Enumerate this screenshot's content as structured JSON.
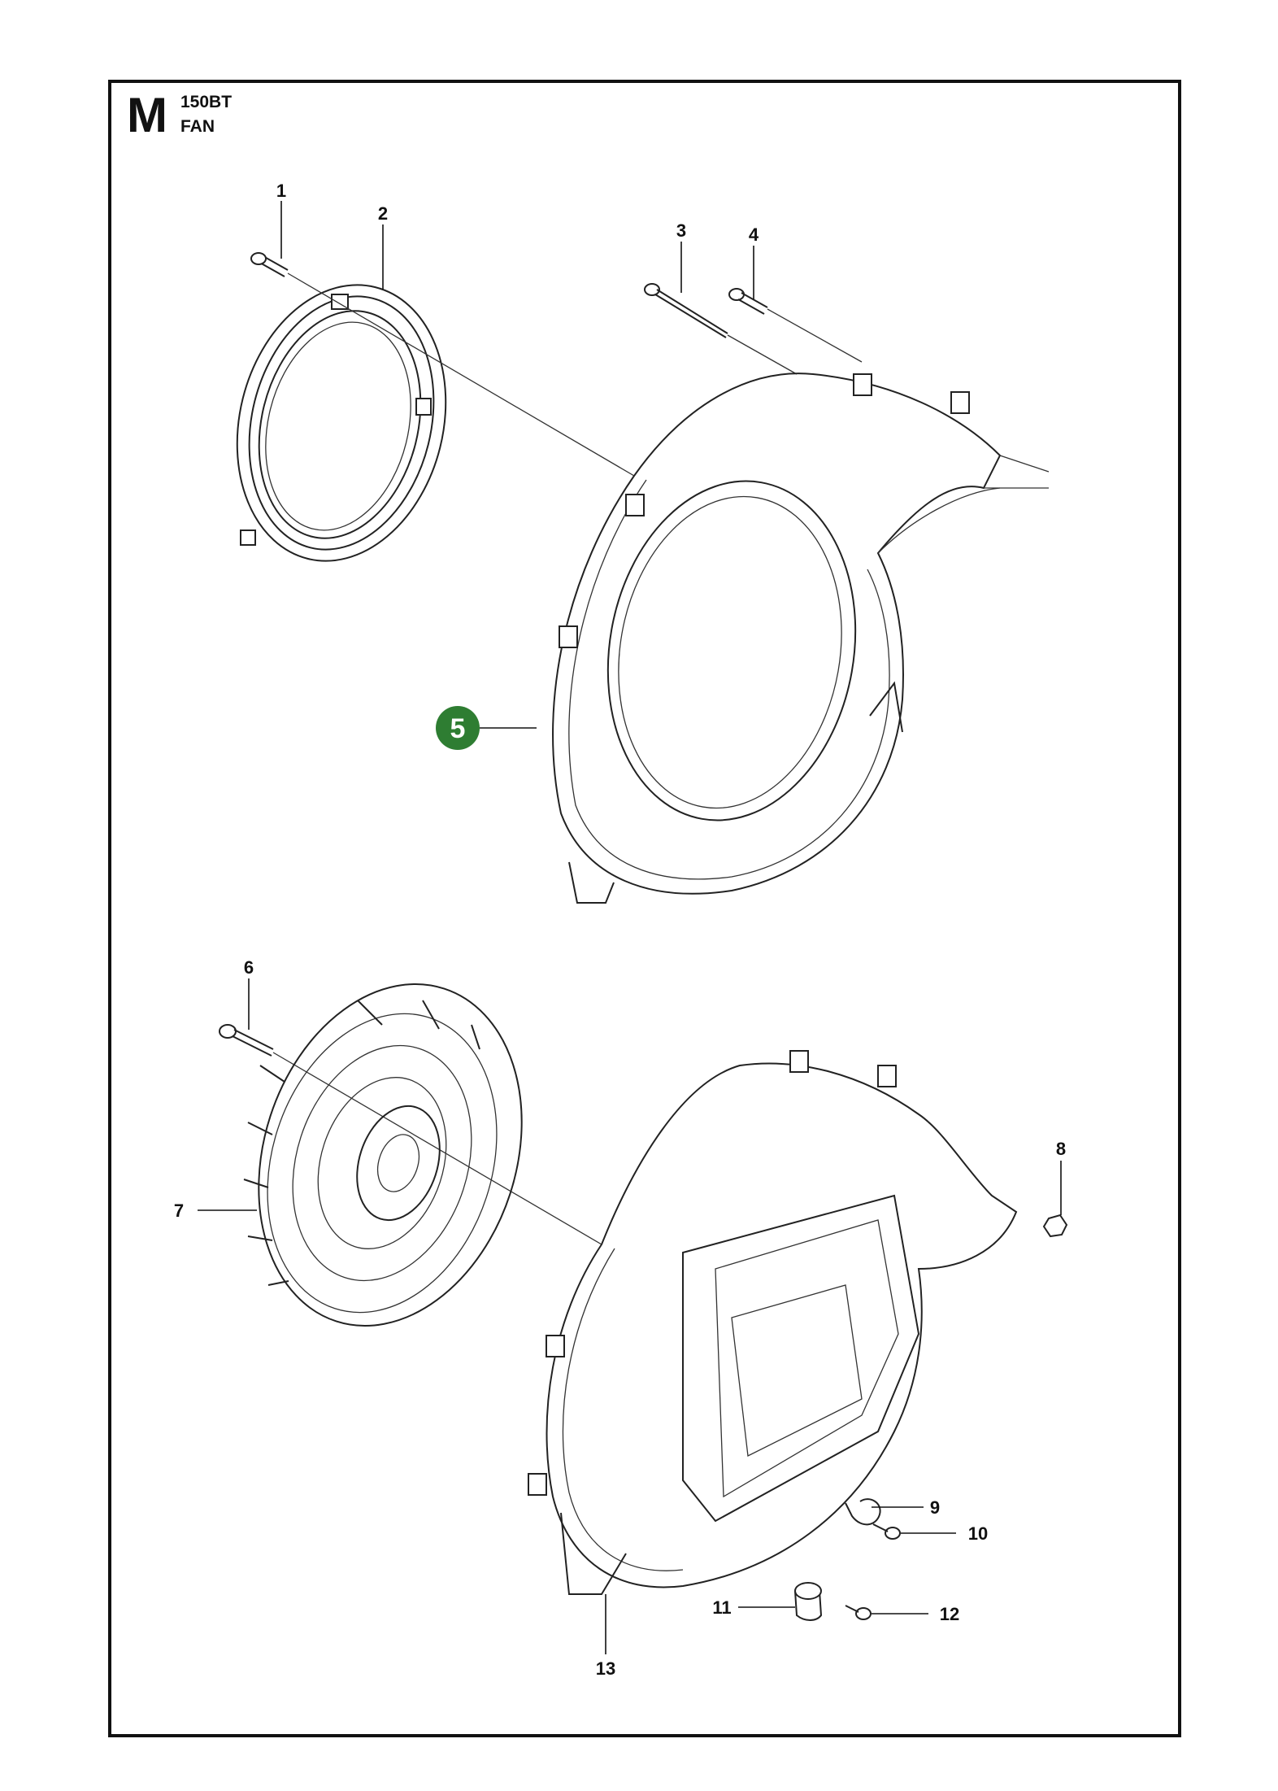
{
  "header": {
    "section_letter": "M",
    "model": "150BT",
    "title": "FAN"
  },
  "colors": {
    "badge_fill": "#2e7d32",
    "line": "#111111"
  },
  "callouts": [
    {
      "id": "1",
      "label": "1"
    },
    {
      "id": "2",
      "label": "2"
    },
    {
      "id": "3",
      "label": "3"
    },
    {
      "id": "4",
      "label": "4"
    },
    {
      "id": "5",
      "label": "5",
      "highlighted": true
    },
    {
      "id": "6",
      "label": "6"
    },
    {
      "id": "7",
      "label": "7"
    },
    {
      "id": "8",
      "label": "8"
    },
    {
      "id": "9",
      "label": "9"
    },
    {
      "id": "10",
      "label": "10"
    },
    {
      "id": "11",
      "label": "11"
    },
    {
      "id": "12",
      "label": "12"
    },
    {
      "id": "13",
      "label": "13"
    }
  ]
}
